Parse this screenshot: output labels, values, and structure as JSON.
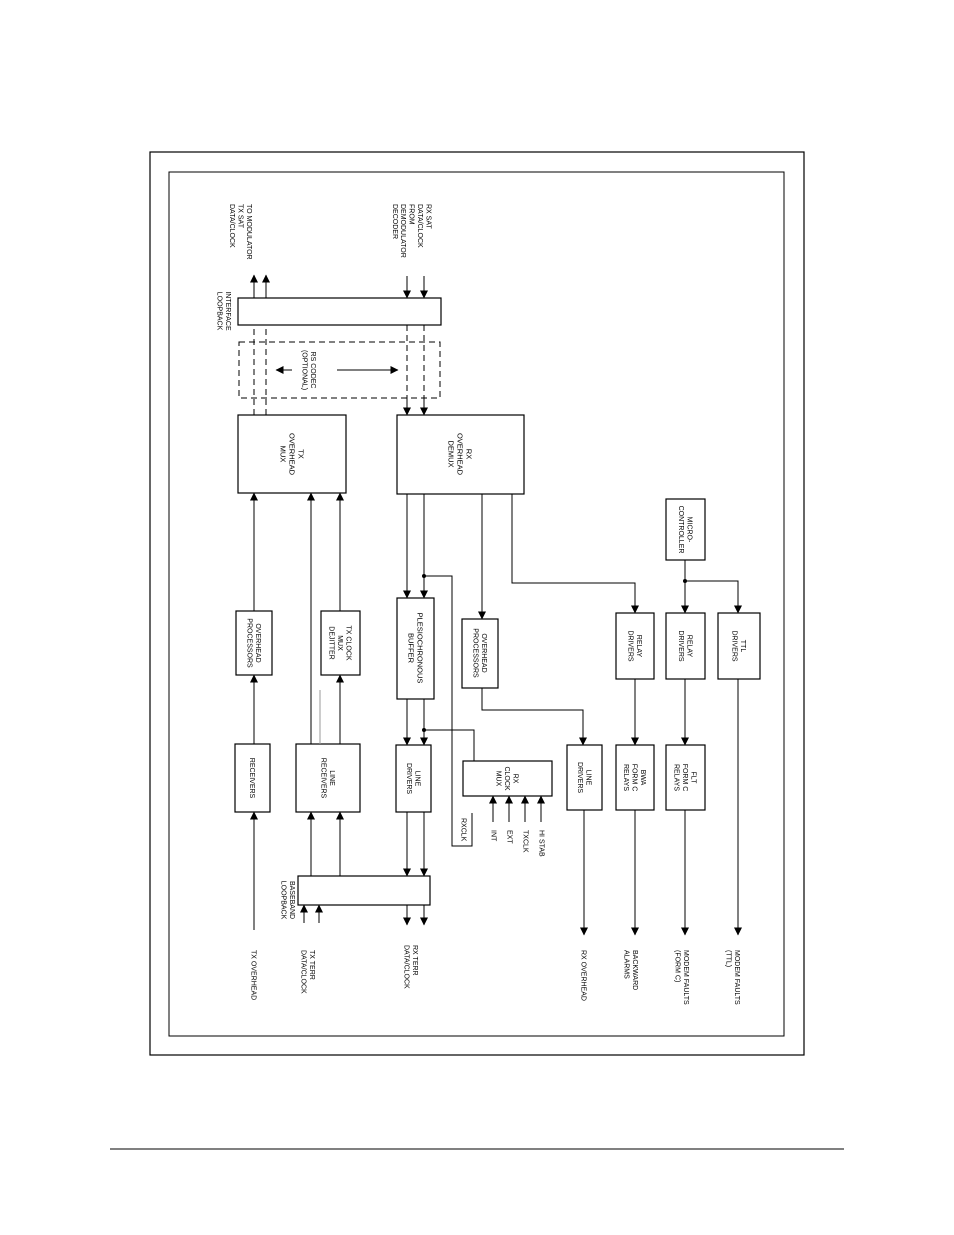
{
  "blocks": {
    "tx_overhead_mux": [
      "TX",
      "OVERHEAD",
      "MUX"
    ],
    "rx_overhead_demux": [
      "RX",
      "OVERHEAD",
      "DEMUX"
    ],
    "interface_loopback_box": [],
    "overhead_processors_tx": [
      "OVERHEAD",
      "PROCESSORS"
    ],
    "tx_clock_mux": [
      "TX CLOCK",
      "MUX",
      "DEJITTER"
    ],
    "plesiochronous_buffer": [
      "PLESIOCHRONOUS",
      "BUFFER"
    ],
    "overhead_processors_rx": [
      "OVERHEAD",
      "PROCESSORS"
    ],
    "relay_drivers_1": [
      "RELAY",
      "DRIVERS"
    ],
    "relay_drivers_2": [
      "RELAY",
      "DRIVERS"
    ],
    "ttl_drivers": [
      "TTL",
      "DRIVERS"
    ],
    "micro_controller": [
      "MICRO-",
      "CONTROLLER"
    ],
    "receivers": [
      "RECEIVERS"
    ],
    "line_receivers": [
      "LINE",
      "RECEIVERS"
    ],
    "line_drivers_1": [
      "LINE",
      "DRIVERS"
    ],
    "rx_clock_mux": [
      "RX",
      "CLOCK",
      "MUX"
    ],
    "line_drivers_2": [
      "LINE",
      "DRIVERS"
    ],
    "bwa_relays": [
      "BWA",
      "FORM C",
      "RELAYS"
    ],
    "flt_relays": [
      "FLT",
      "FORM C",
      "RELAYS"
    ],
    "baseband_loopback_box": []
  },
  "labels": {
    "interface_loopback": [
      "INTERFACE",
      "LOOPBACK"
    ],
    "baseband_loopback": [
      "BASEBAND",
      "LOOPBACK"
    ],
    "rs_codec": [
      "RS CODEC",
      "(OPTIONAL)"
    ],
    "to_modulator": [
      "TO MODULATOR",
      "TX SAT",
      "DATA/CLOCK"
    ],
    "from_demodulator": [
      "RX SAT",
      "DATA/CLOCK",
      "FROM",
      "DEMODULATOR",
      "DECODER"
    ],
    "tx_overhead": [
      "TX OVERHEAD"
    ],
    "tx_terr": [
      "TX TERR",
      "DATA/CLOCK"
    ],
    "rx_terr": [
      "RX TERR",
      "DATA/CLOCK"
    ],
    "rxclk": [
      "RXCLK"
    ],
    "int": [
      "INT"
    ],
    "ext": [
      "EXT"
    ],
    "txclk": [
      "TXCLK"
    ],
    "hi_stab": [
      "HI STAB"
    ],
    "rx_overhead": [
      "RX OVERHEAD"
    ],
    "backward_alarms": [
      "BACKWARD",
      "ALARMS"
    ],
    "modem_faults_form_c": [
      "MODEM FAULTS",
      "(FORM C)"
    ],
    "modem_faults_ttl": [
      "MODEM FAULTS",
      "(TTL)"
    ]
  }
}
